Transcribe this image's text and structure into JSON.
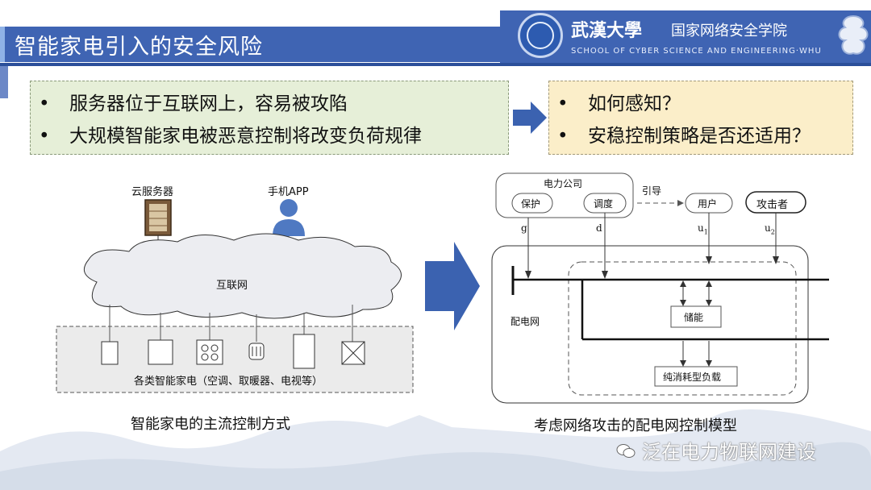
{
  "header": {
    "title": "智能家电引入的安全风险",
    "school_cn": "武漢大學",
    "school_cn2": "国家网络安全学院",
    "school_en": "SCHOOL OF CYBER SCIENCE AND ENGINEERING·WHU"
  },
  "left_box": {
    "bullets": [
      "服务器位于互联网上，容易被攻陷",
      "大规模智能家电被恶意控制将改变负荷规律"
    ],
    "bullet_symbol": "•"
  },
  "right_box": {
    "bullets": [
      "如何感知？",
      "安稳控制策略是否还适用？"
    ],
    "bullet_symbol": "•"
  },
  "left_diagram": {
    "cloud_server": "云服务器",
    "phone_app": "手机APP",
    "internet": "互联网",
    "appliances": "各类智能家电（空调、取暖器、电视等）",
    "caption": "智能家电的主流控制方式"
  },
  "right_diagram": {
    "power_company": "电力公司",
    "protection": "保护",
    "dispatch": "调度",
    "guide": "引导",
    "user": "用户",
    "attacker": "攻击者",
    "g": "g",
    "d": "d",
    "u1": "u",
    "u1_sub": "1",
    "u2": "u",
    "u2_sub": "2",
    "grid": "配电网",
    "storage": "储能",
    "load": "纯消耗型负载",
    "caption": "考虑网络攻击的配电网控制模型"
  },
  "watermark": "泛在电力物联网建设",
  "colors": {
    "title_blue": "#3f64b3",
    "green_box": "#e6efd8",
    "yellow_box": "#fbeec9",
    "arrow_blue": "#3b62b0"
  }
}
